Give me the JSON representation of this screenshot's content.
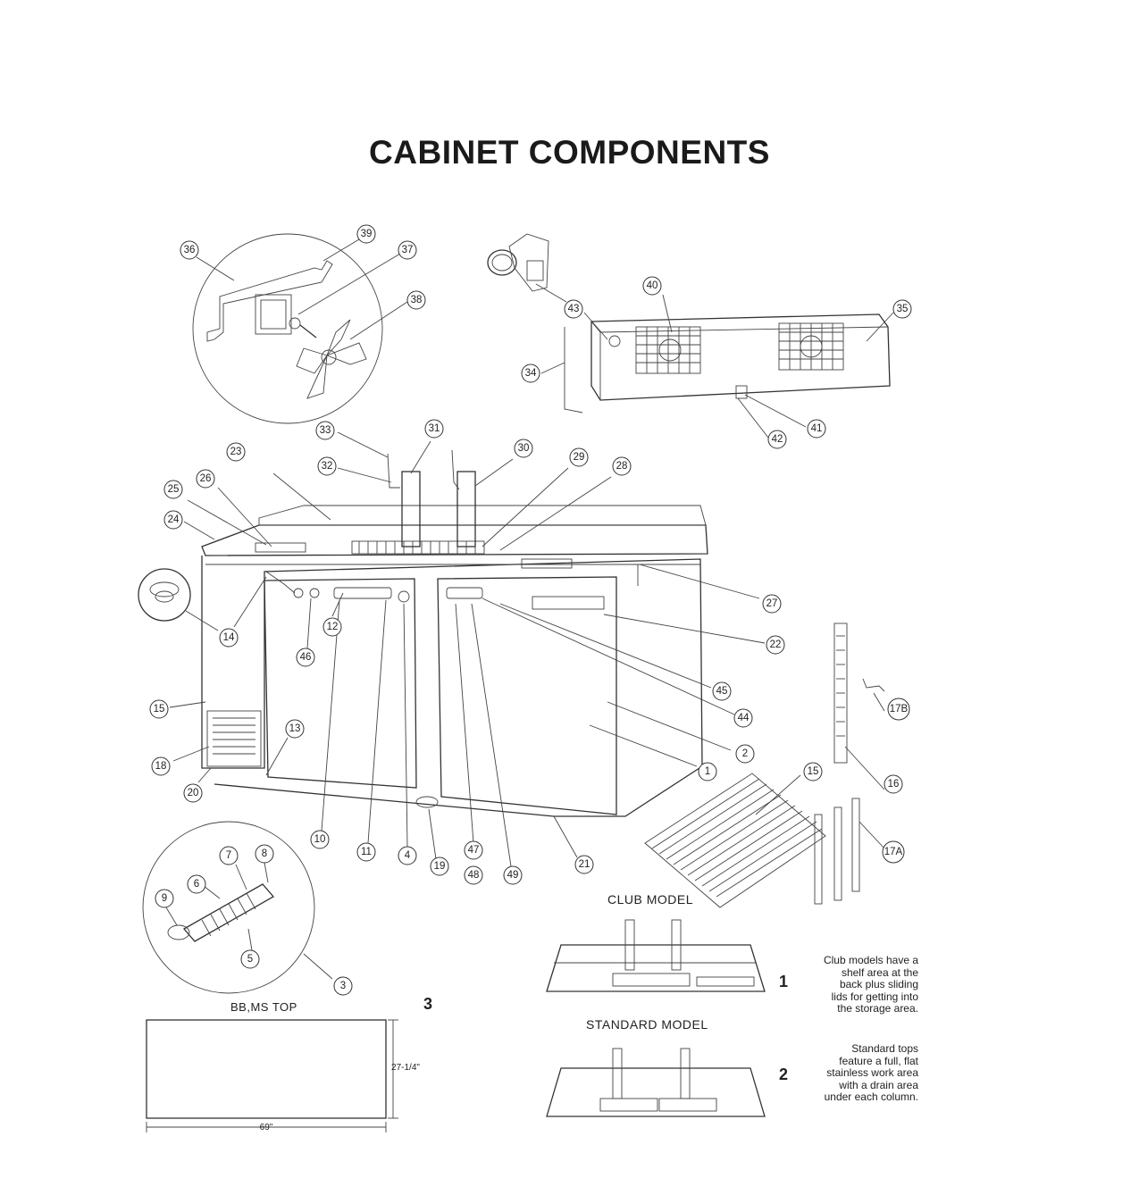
{
  "title": "CABINET COMPONENTS",
  "callouts": [
    "1",
    "2",
    "3",
    "4",
    "5",
    "6",
    "7",
    "8",
    "9",
    "10",
    "11",
    "12",
    "13",
    "14",
    "15",
    "15",
    "16",
    "17A",
    "17B",
    "18",
    "19",
    "20",
    "21",
    "22",
    "23",
    "24",
    "25",
    "26",
    "27",
    "28",
    "29",
    "30",
    "31",
    "32",
    "33",
    "34",
    "35",
    "36",
    "37",
    "38",
    "39",
    "40",
    "41",
    "42",
    "43",
    "44",
    "45",
    "46",
    "47",
    "48",
    "49"
  ],
  "models": {
    "club_label": "CLUB MODEL",
    "club_number": "1",
    "club_note": [
      "Club models have a",
      "shelf area at the",
      "back plus sliding",
      "lids for getting into",
      "the storage area."
    ],
    "standard_label": "STANDARD MODEL",
    "standard_number": "2",
    "standard_note": [
      "Standard tops",
      "feature a full, flat",
      "stainless work area",
      "with a drain area",
      "under each column."
    ]
  },
  "top": {
    "label": "BB,MS TOP",
    "number": "3",
    "width_dim": "69\"",
    "depth_dim": "27-1/4\""
  }
}
